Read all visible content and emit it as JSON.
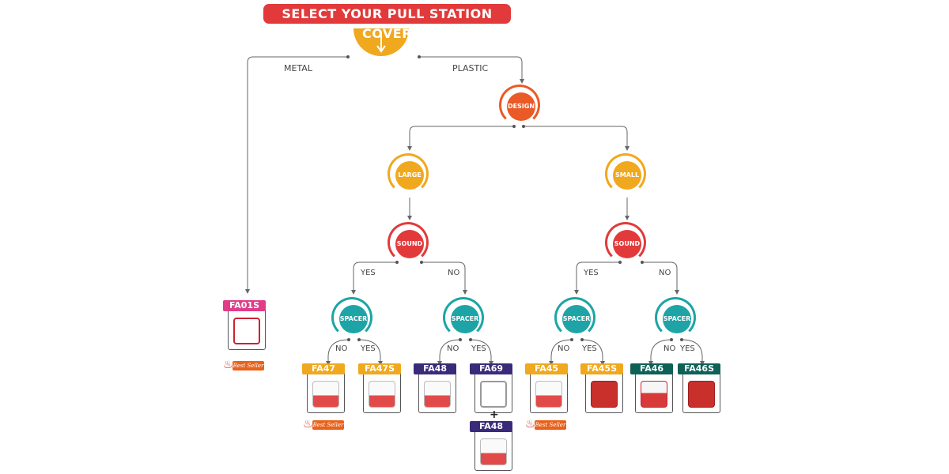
{
  "title": "SELECT YOUR PULL STATION COVER",
  "colors": {
    "title_red": "#e23a3b",
    "yellow": "#f0a81e",
    "orange": "#ea5a26",
    "red": "#e23a3b",
    "teal": "#1ea4a6",
    "pink": "#e03c88",
    "navy": "#3a2b7a",
    "dark_teal": "#0e6156"
  },
  "branches": {
    "metal": "METAL",
    "plastic": "PLASTIC"
  },
  "nodes": {
    "design": "DESIGN",
    "large": "LARGE",
    "small": "SMALL",
    "sound_left": "SOUND",
    "sound_right": "SOUND",
    "spacer_1": "SPACER",
    "spacer_2": "SPACER",
    "spacer_3": "SPACER",
    "spacer_4": "SPACER"
  },
  "sound_labels": {
    "l_yes": "YES",
    "l_no": "NO",
    "r_yes": "YES",
    "r_no": "NO"
  },
  "spacer_labels": {
    "s1_no": "NO",
    "s1_yes": "YES",
    "s2_no": "NO",
    "s2_yes": "YES",
    "s3_no": "NO",
    "s3_yes": "YES",
    "s4_no": "NO",
    "s4_yes": "YES"
  },
  "products": {
    "fa01s": "FA01S",
    "fa47": "FA47",
    "fa47s": "FA47S",
    "fa48": "FA48",
    "fa69": "FA69",
    "fa48_addon": "FA48",
    "fa45": "FA45",
    "fa45s": "FA45S",
    "fa46": "FA46",
    "fa46s": "FA46S"
  },
  "best_seller": {
    "fa01s": "Best Seller",
    "fa47": "Best Seller",
    "fa45": "Best Seller"
  },
  "plus_sign": "+"
}
